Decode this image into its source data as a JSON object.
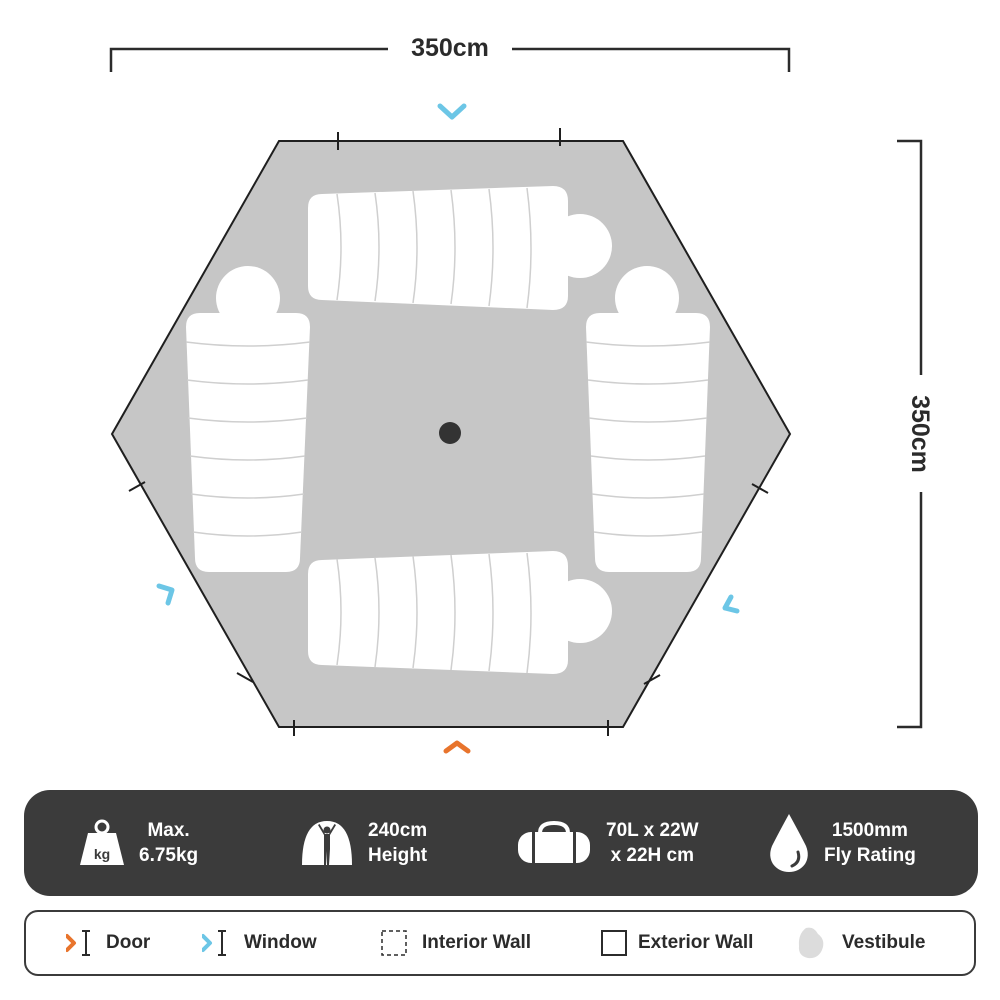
{
  "dimensions": {
    "width_label": "350cm",
    "depth_label": "350cm"
  },
  "specs": [
    {
      "icon": "weight-kg-icon",
      "icon_text": "kg",
      "line1": "Max.",
      "line2": "6.75kg"
    },
    {
      "icon": "tent-height-person-icon",
      "line1": "240cm",
      "line2": "Height"
    },
    {
      "icon": "duffel-bag-icon",
      "line1": "70L x 22W",
      "line2": "x 22H cm"
    },
    {
      "icon": "water-drop-icon",
      "line1": "1500mm",
      "line2": "Fly Rating"
    }
  ],
  "legend": [
    {
      "icon": "door-icon",
      "label": "Door",
      "color": "#e8742c"
    },
    {
      "icon": "window-icon",
      "label": "Window",
      "color": "#6cc6e6"
    },
    {
      "icon": "interior-wall-icon",
      "label": "Interior Wall"
    },
    {
      "icon": "exterior-wall-icon",
      "label": "Exterior Wall"
    },
    {
      "icon": "vestibule-icon",
      "label": "Vestibule",
      "color": "#dcdcdc"
    }
  ],
  "colors": {
    "floor": "#c6c6c6",
    "door": "#e8742c",
    "window": "#6cc6e6",
    "specs_bar": "#3b3b3b",
    "sleeping_bag": "#ffffff",
    "pole": "#333333"
  }
}
